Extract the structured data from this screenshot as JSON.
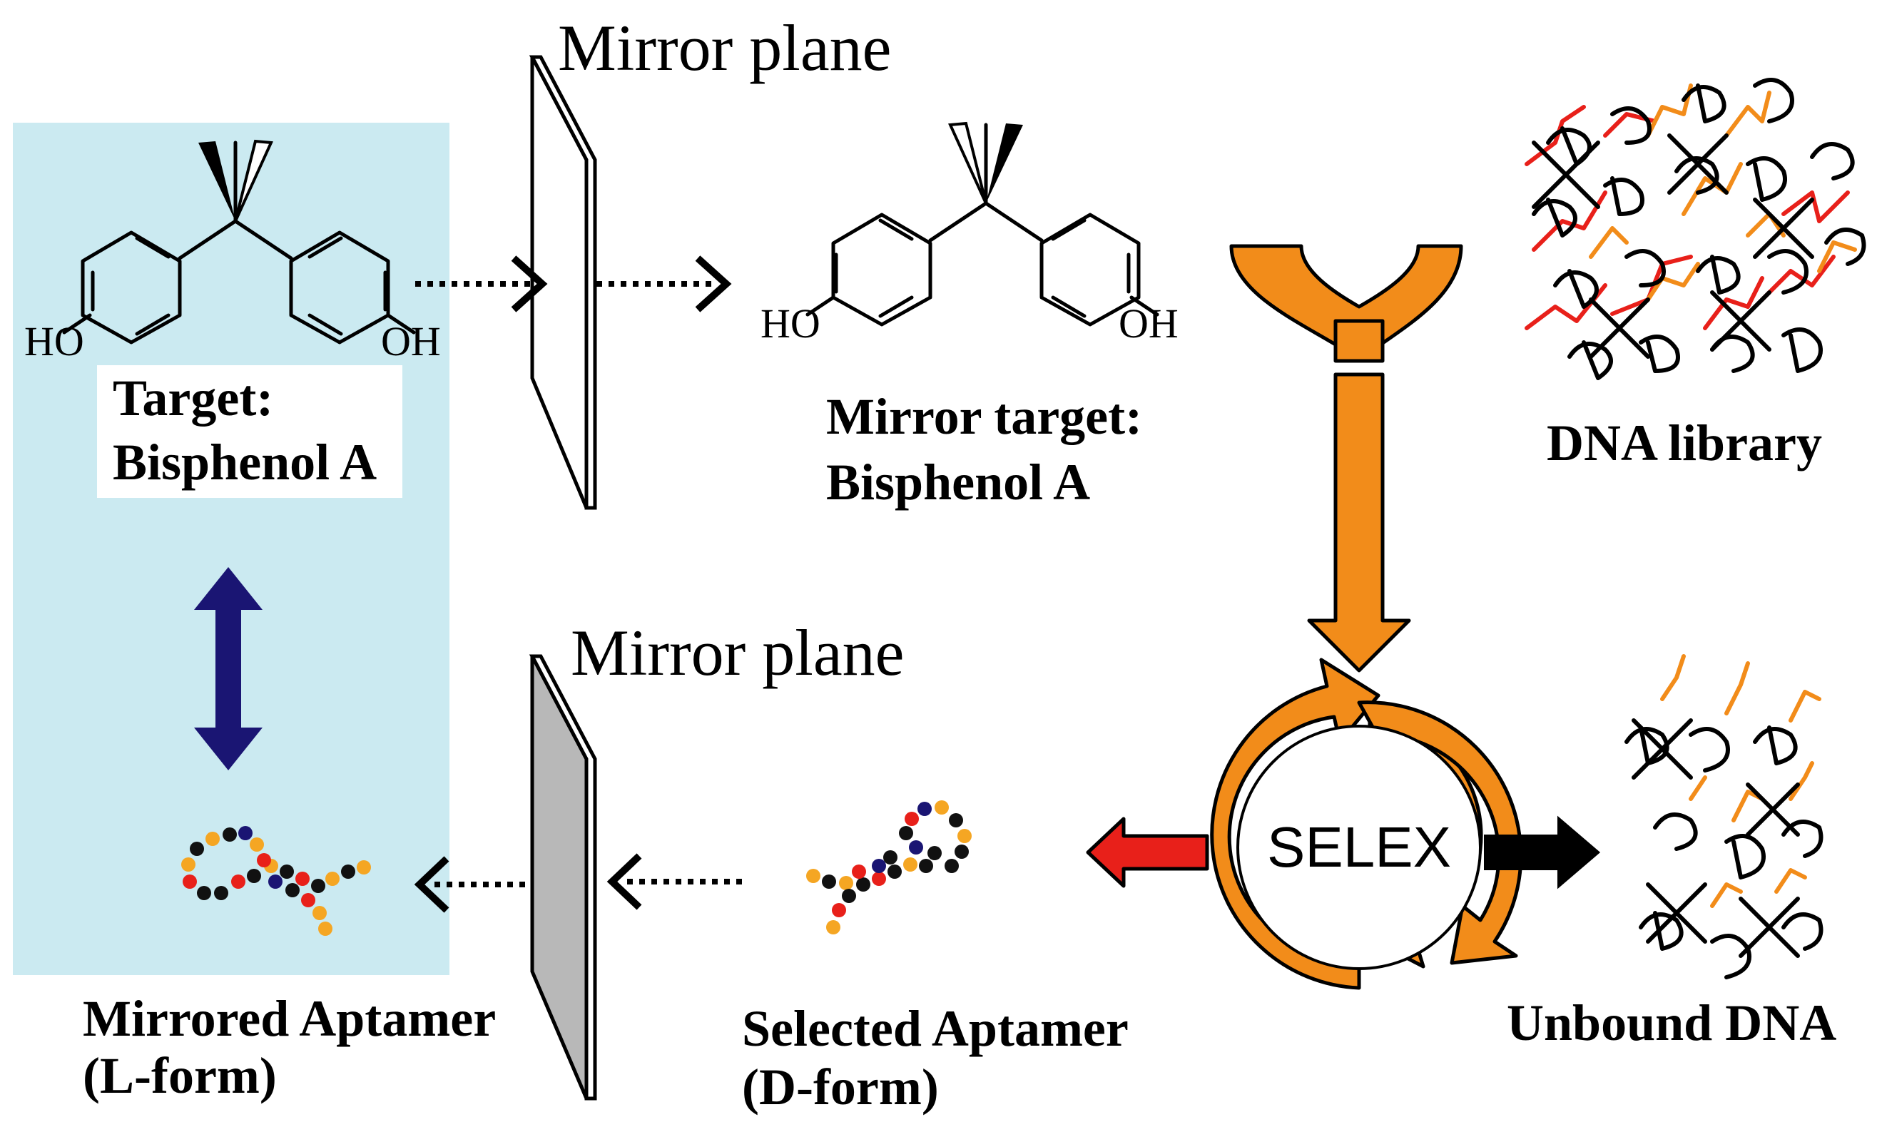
{
  "labels": {
    "mirror_plane_top": "Mirror plane",
    "mirror_plane_bottom": "Mirror plane",
    "target_line1": "Target:",
    "target_line2": "Bisphenol A",
    "mirror_target_line1": "Mirror target:",
    "mirror_target_line2": "Bisphenol A",
    "dna_library": "DNA library",
    "unbound_dna": "Unbound DNA",
    "selex": "SELEX",
    "selected_aptamer_line1": "Selected Aptamer",
    "selected_aptamer_line2": "(D-form)",
    "mirrored_aptamer_line1": "Mirrored Aptamer",
    "mirrored_aptamer_line2": "(L-form)",
    "ho": "HO",
    "oh": "OH"
  },
  "colors": {
    "highlight_panel": "#cbeaf1",
    "selex_orange": "#f28c1a",
    "binding_arrow": "#1a1573",
    "bound_arrow": "#e8201a",
    "unbound_arrow": "#000000",
    "mirror_plane_filled": "#b8b8b8",
    "dna_red": "#e8201a",
    "dna_orange": "#f28c1a",
    "bead_black": "#111111",
    "bead_red": "#e8201a",
    "bead_orange": "#f5a623",
    "bead_navy": "#1a1573"
  },
  "icons": {
    "target_molecule": "bisphenol-a-structure",
    "mirror_molecule": "mirrored-bisphenol-a-structure",
    "library": "dna-strand-cluster",
    "aptamer": "bead-chain-aptamer"
  }
}
